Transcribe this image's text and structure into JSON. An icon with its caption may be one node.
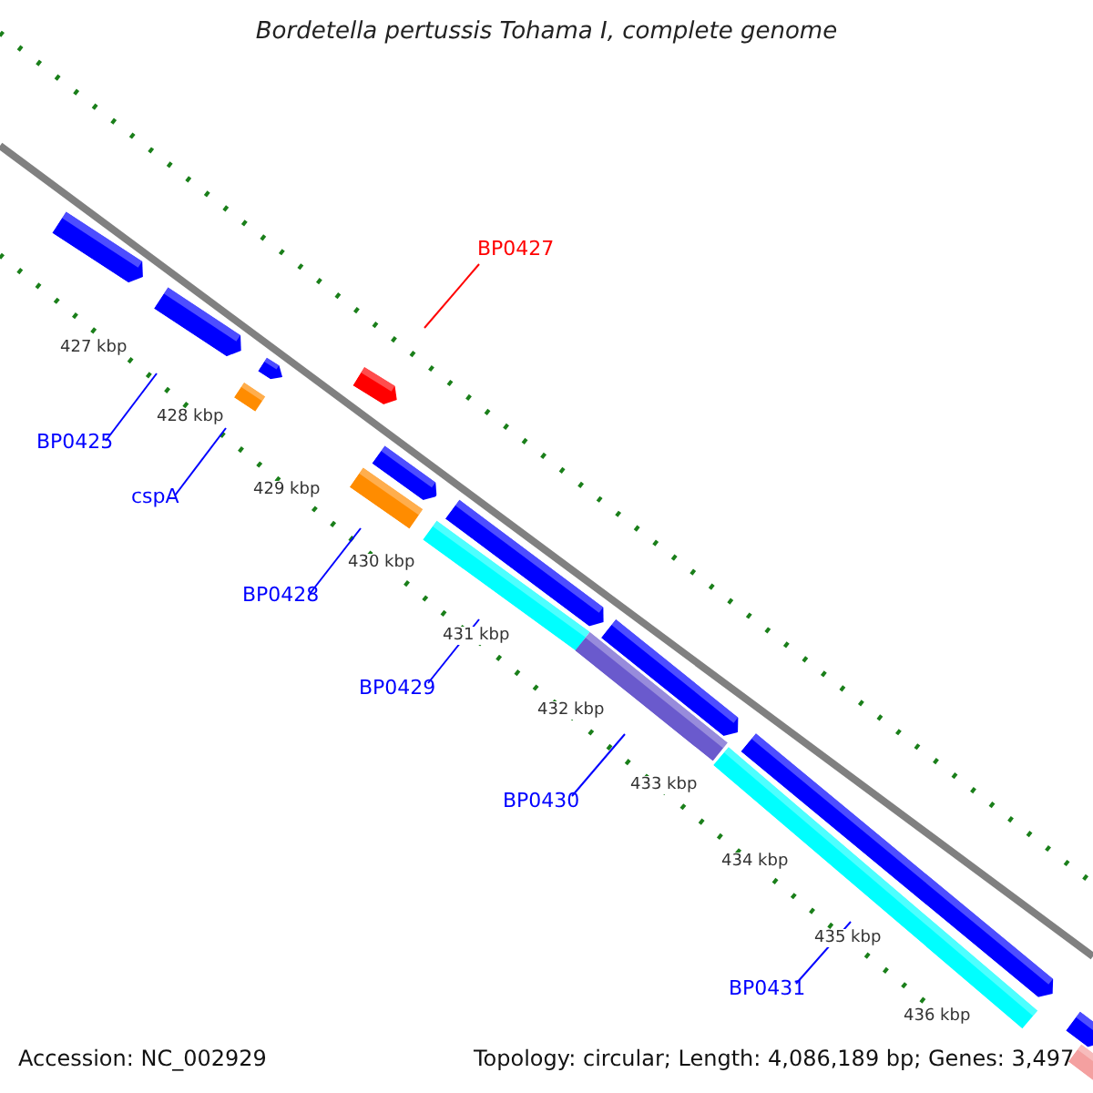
{
  "diagram": {
    "title": "Bordetella pertussis Tohama I, complete genome",
    "nodes": [
      {
        "text": [
          "BP0427"
        ]
      },
      {
        "text": [
          "BP0425"
        ]
      },
      {
        "text": [
          "cspA"
        ]
      },
      {
        "text": [
          "BP0428"
        ]
      },
      {
        "text": [
          "BP0429"
        ]
      },
      {
        "text": [
          "BP0430"
        ]
      },
      {
        "text": [
          "BP0431"
        ]
      },
      {
        "text": [],
        "shape": "bar"
      },
      {
        "text": [],
        "shape": "bar"
      },
      {
        "text": [],
        "shape": "bar"
      },
      {
        "text": [],
        "shape": "bar"
      },
      {
        "text": [],
        "shape": "bar"
      },
      {
        "text": [],
        "shape": "bar"
      },
      {
        "text": [],
        "shape": "bar"
      },
      {
        "text": [],
        "shape": "bar"
      },
      {
        "text": [],
        "shape": "bar"
      },
      {
        "text": [],
        "shape": "bar"
      },
      {
        "text": [],
        "shape": "bar"
      },
      {
        "text": [],
        "shape": "bar"
      },
      {
        "text": [],
        "shape": "bar"
      },
      {
        "text": [],
        "shape": "bar"
      },
      {
        "text": [],
        "shape": "bar"
      }
    ],
    "edges": [
      {
        "from": 0,
        "to": 11,
        "arrow": "none",
        "color": "#ff0000"
      },
      {
        "from": 1,
        "to": 8,
        "arrow": "none"
      },
      {
        "from": 2,
        "to": 10,
        "arrow": "none"
      },
      {
        "from": 3,
        "to": 13,
        "arrow": "none"
      },
      {
        "from": 4,
        "to": 15,
        "arrow": "none"
      },
      {
        "from": 5,
        "to": 16,
        "arrow": "none"
      },
      {
        "from": 6,
        "to": 19,
        "arrow": "none"
      }
    ],
    "labels": [
      "427 kbp",
      "428 kbp",
      "429 kbp",
      "430 kbp",
      "431 kbp",
      "432 kbp",
      "433 kbp",
      "434 kbp",
      "435 kbp",
      "436 kbp",
      "Accession: NC_002929",
      "Topology: circular; Length: 4,086,189 bp; Genes: 3,497"
    ]
  }
}
